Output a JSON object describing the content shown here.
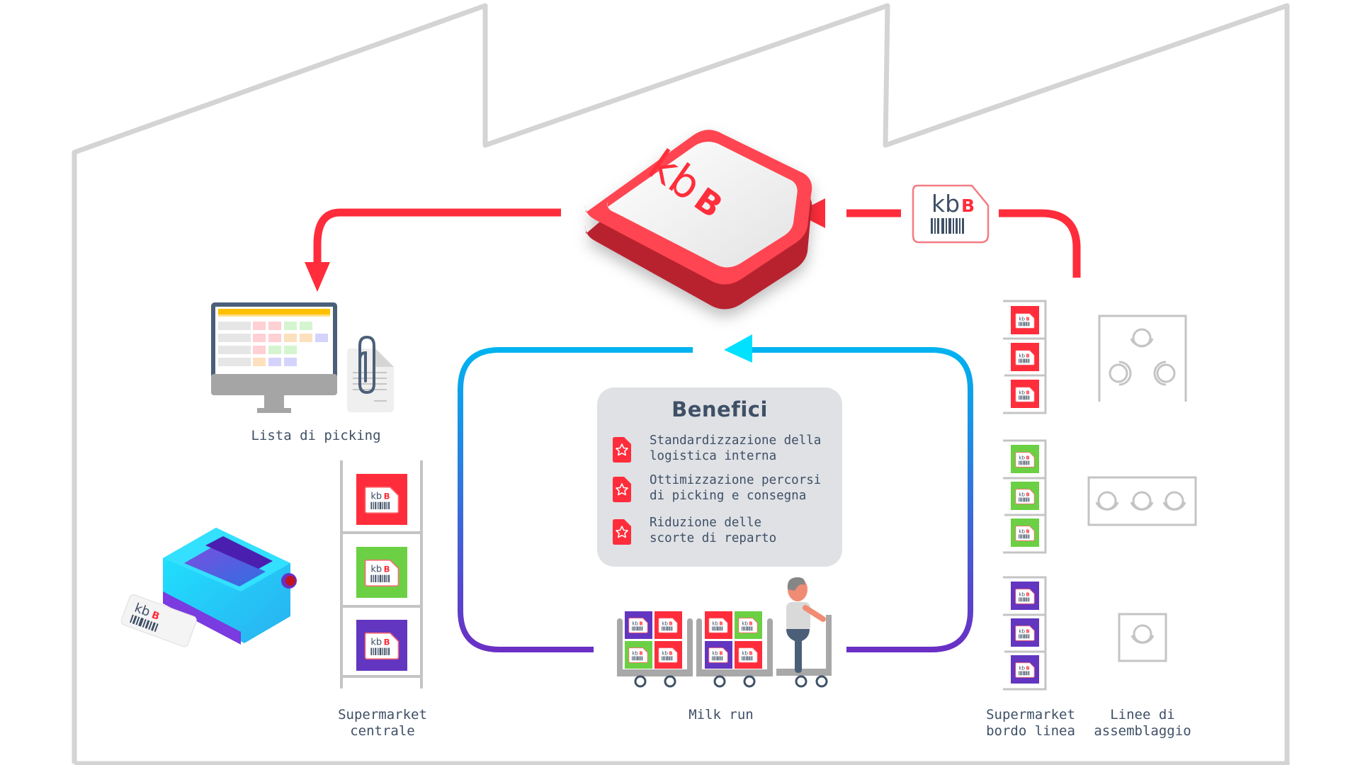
{
  "diagram": {
    "title": "kbB kanban flow",
    "logo_text": "kbB",
    "benefits": {
      "title": "Benefici",
      "items": [
        {
          "text": "Standardizzazione della\nlogistica interna",
          "icon": "star-tag-icon"
        },
        {
          "text": "Ottimizzazione percorsi\ndi picking e consegna",
          "icon": "star-tag-icon"
        },
        {
          "text": "Riduzione delle\nscorte di reparto",
          "icon": "star-tag-icon"
        }
      ]
    },
    "labels": {
      "picking_list": "Lista di picking",
      "central_supermarket": "Supermarket\ncentrale",
      "milk_run": "Milk run",
      "line_supermarket": "Supermarket\nbordo linea",
      "assembly_lines": "Linee di\nassemblaggio"
    },
    "card_text": {
      "kb": "kb",
      "b": "B"
    },
    "colors": {
      "red": "#ff2d3b",
      "green": "#6bd043",
      "purple": "#6236c0",
      "text": "#3f5066",
      "outline": "#d4d4d4",
      "loop_top": "#00e0ff",
      "loop_bottom": "#6a2fc4"
    }
  }
}
